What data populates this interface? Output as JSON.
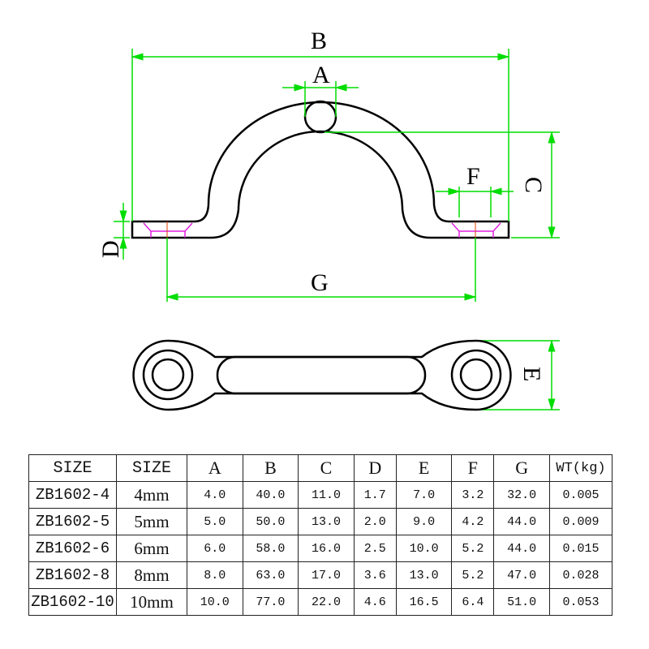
{
  "diagram": {
    "dimension_labels": {
      "A": "A",
      "B": "B",
      "C": "C",
      "D": "D",
      "E": "E",
      "F": "F",
      "G": "G"
    },
    "colors": {
      "dimension": "#00dd00",
      "countersink": "#e020e0",
      "outline": "#000000"
    }
  },
  "table": {
    "headers": [
      "SIZE",
      "SIZE",
      "A",
      "B",
      "C",
      "D",
      "E",
      "F",
      "G",
      "WT(kg)"
    ],
    "rows": [
      [
        "ZB1602-4",
        "4mm",
        "4.0",
        "40.0",
        "11.0",
        "1.7",
        "7.0",
        "3.2",
        "32.0",
        "0.005"
      ],
      [
        "ZB1602-5",
        "5mm",
        "5.0",
        "50.0",
        "13.0",
        "2.0",
        "9.0",
        "4.2",
        "44.0",
        "0.009"
      ],
      [
        "ZB1602-6",
        "6mm",
        "6.0",
        "58.0",
        "16.0",
        "2.5",
        "10.0",
        "5.2",
        "44.0",
        "0.015"
      ],
      [
        "ZB1602-8",
        "8mm",
        "8.0",
        "63.0",
        "17.0",
        "3.6",
        "13.0",
        "5.2",
        "47.0",
        "0.028"
      ],
      [
        "ZB1602-10",
        "10mm",
        "10.0",
        "77.0",
        "22.0",
        "4.6",
        "16.5",
        "6.4",
        "51.0",
        "0.053"
      ]
    ]
  }
}
